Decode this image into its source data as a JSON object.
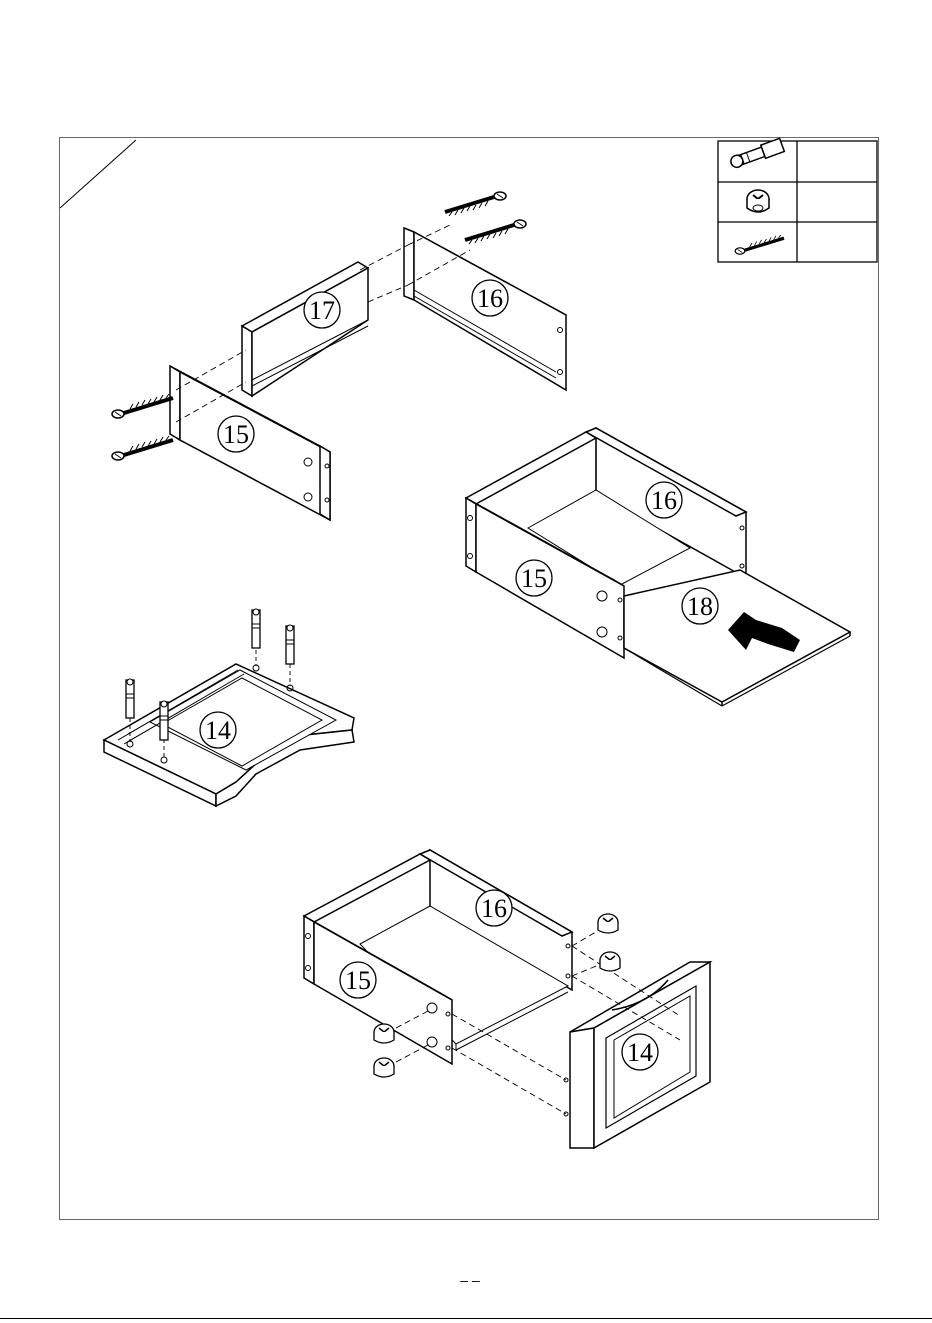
{
  "diagram": {
    "parts": {
      "p14_top": "14",
      "p15_top": "15",
      "p16_top": "16",
      "p17_top": "17",
      "p15_mid": "15",
      "p16_mid": "16",
      "p18_mid": "18",
      "p14_bot": "14",
      "p15_bot": "15",
      "p16_bot": "16"
    },
    "hardware_legend": [
      {
        "icon": "cam-bolt-icon",
        "qty": ""
      },
      {
        "icon": "cam-lock-icon",
        "qty": ""
      },
      {
        "icon": "screw-icon",
        "qty": ""
      }
    ],
    "page_footer": "– –"
  }
}
